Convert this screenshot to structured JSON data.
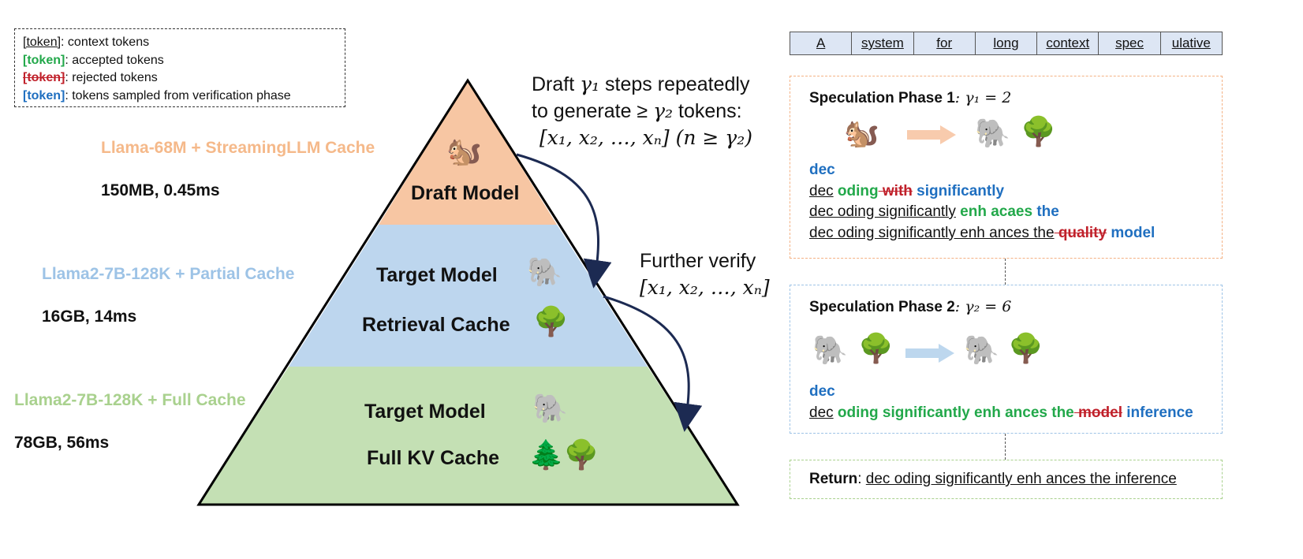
{
  "legend": {
    "items": [
      {
        "token": "[token]",
        "style": "context",
        "text": ": context tokens"
      },
      {
        "token": "[token]",
        "style": "accepted",
        "text": ": accepted tokens"
      },
      {
        "token": "[token]",
        "style": "rejected",
        "text": ": rejected tokens"
      },
      {
        "token": "[token]",
        "style": "sampled",
        "text": ": tokens sampled from verification phase"
      }
    ]
  },
  "tiers": [
    {
      "model": "Llama-68M + StreamingLLM Cache",
      "stats": "150MB, 0.45ms",
      "color": "#f7c6a3",
      "labels": [
        "Draft Model"
      ],
      "icons": [
        "squirrel-icon"
      ]
    },
    {
      "model": "Llama2-7B-128K + Partial Cache",
      "stats": "16GB, 14ms",
      "color": "#bdd6ee",
      "labels": [
        "Target Model",
        "Retrieval Cache"
      ],
      "icons": [
        "elephant-icon",
        "tree-icon"
      ]
    },
    {
      "model": "Llama2-7B-128K + Full Cache",
      "stats": "78GB, 56ms",
      "color": "#c4e0b4",
      "labels": [
        "Target Model",
        "Full KV Cache"
      ],
      "icons": [
        "elephant-icon",
        "forest-icon"
      ]
    }
  ],
  "notes": {
    "draft_line1_a": "Draft ",
    "draft_line1_math": "γ₁",
    "draft_line1_b": " steps repeatedly",
    "draft_line2_a": "to generate ≥ ",
    "draft_line2_math": "γ₂",
    "draft_line2_b": " tokens:",
    "draft_line3": "[x₁, x₂, …, xₙ]  (n ≥ γ₂)",
    "verify_line1": "Further verify",
    "verify_line2": "[x₁, x₂, …, xₙ]"
  },
  "tokens": [
    "A",
    "system",
    "for",
    "long",
    "context",
    "spec",
    "ulative"
  ],
  "phase1": {
    "title": "Speculation Phase 1",
    "param": ": γ₁ = 2",
    "lines": [
      [
        {
          "t": "dec",
          "s": "sampled"
        }
      ],
      [
        {
          "t": "dec",
          "s": "context"
        },
        {
          "t": " oding",
          "s": "accepted"
        },
        {
          "t": " with",
          "s": "rejected"
        },
        {
          "t": " significantly",
          "s": "sampled"
        }
      ],
      [
        {
          "t": "dec oding significantly",
          "s": "context"
        },
        {
          "t": " enh acaes",
          "s": "accepted"
        },
        {
          "t": " the",
          "s": "sampled"
        }
      ],
      [
        {
          "t": "dec oding significantly enh ances the",
          "s": "context"
        },
        {
          "t": " quality",
          "s": "rejected"
        },
        {
          "t": " model",
          "s": "sampled"
        }
      ]
    ]
  },
  "phase2": {
    "title": "Speculation Phase 2",
    "param": ": γ₂ = 6",
    "lines": [
      [
        {
          "t": "dec",
          "s": "sampled"
        }
      ],
      [
        {
          "t": "dec",
          "s": "context"
        },
        {
          "t": " oding significantly enh ances the",
          "s": "accepted"
        },
        {
          "t": " model",
          "s": "rejected"
        },
        {
          "t": " inference",
          "s": "sampled"
        }
      ]
    ]
  },
  "return": {
    "label": "Return",
    "text": "dec oding significantly enh ances the inference"
  },
  "colors": {
    "draft": "#f7c6a3",
    "target_partial": "#bdd6ee",
    "target_full": "#c4e0b4",
    "draft_label": "#f5b98a",
    "partial_label": "#9dc3e6",
    "full_label": "#a9d18e",
    "accepted": "#22a84a",
    "rejected": "#c0202a",
    "sampled": "#1f6fc0",
    "arrow": "#1c2a52",
    "panel1_border": "#f4b183",
    "panel2_border": "#9dc3e6",
    "panel3_border": "#a9d18e"
  }
}
